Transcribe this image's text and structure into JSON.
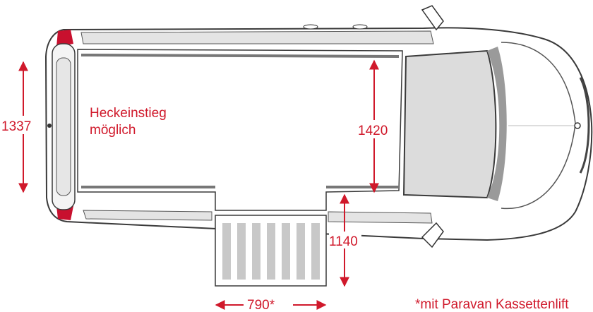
{
  "colors": {
    "accent": "#d0192b",
    "body_outline": "#3a3a3a",
    "glass": "#dcdcdc",
    "ramp_stripe": "#c8c8c8",
    "taillight": "#c8102e"
  },
  "labels": {
    "rear_entry_line1": "Heckeinstieg",
    "rear_entry_line2": "möglich",
    "dim_rear_width": "1337",
    "dim_interior_width": "1420",
    "dim_door_height": "1140",
    "dim_ramp_width": "790*",
    "footnote": "*mit Paravan Kassettenlift"
  },
  "ramp": {
    "stripe_count": 7
  }
}
